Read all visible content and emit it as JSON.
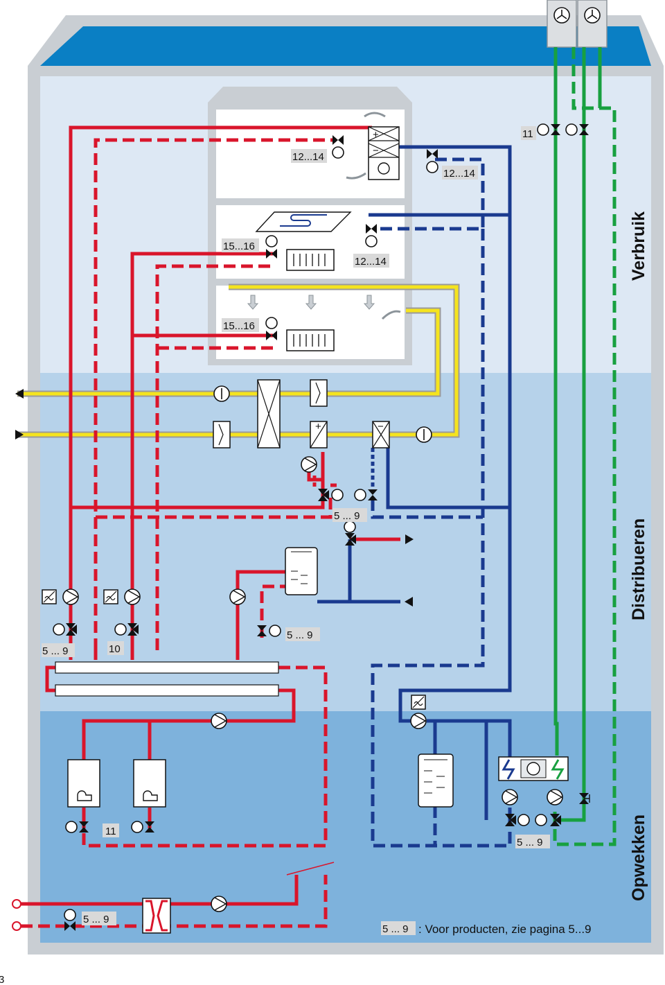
{
  "zones": {
    "consumption": "Verbruik",
    "distribution": "Distribueren",
    "generation": "Opwekken"
  },
  "labels": {
    "eleven": "11",
    "ten": "10",
    "range_12_14": "12...14",
    "range_15_16": "15...16",
    "range_5_9": "5 ... 9",
    "range_5_9_short": "5...9"
  },
  "legend": {
    "tag": "5 ... 9",
    "text": ": Voor producten, zie pagina 5...9"
  },
  "page_number": "3",
  "colors": {
    "hot_water": "#d9152b",
    "cold_water": "#1a3a8f",
    "air": "#f5e41e",
    "green_circuit": "#18a040",
    "building_frame": "#c9ced3",
    "roof": "#0a7fc4",
    "zone_top": "#dde8f4",
    "zone_mid": "#b6d2ea",
    "zone_bottom": "#7eb2dc"
  }
}
